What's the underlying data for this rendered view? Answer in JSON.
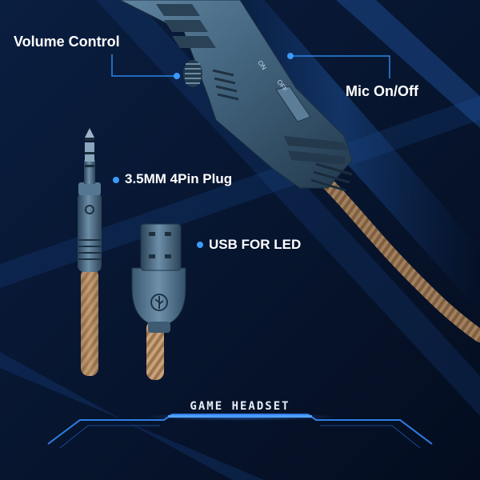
{
  "labels": {
    "volume_control": "Volume Control",
    "mic_on_off": "Mic On/Off",
    "plug": "3.5MM 4Pin Plug",
    "usb": "USB FOR LED"
  },
  "device": {
    "switch_on": "ON",
    "switch_off": "OFF"
  },
  "footer": {
    "title": "GAME HEADSET"
  },
  "colors": {
    "background": "#06122a",
    "accent": "#2a8cff",
    "cable": "#b08860",
    "metal": "#4f6f88"
  }
}
